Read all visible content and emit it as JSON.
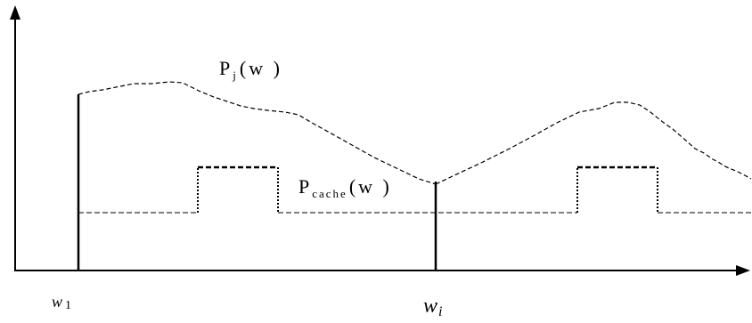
{
  "labels": {
    "pj_main": "P",
    "pj_sub": "j",
    "pj_arg": "(w )",
    "pcache_main": "P",
    "pcache_sub": "cache",
    "pcache_arg": "(w )",
    "w1_main": "w",
    "w1_sub": "1",
    "wi_main": "w",
    "wi_sub": "i"
  }
}
